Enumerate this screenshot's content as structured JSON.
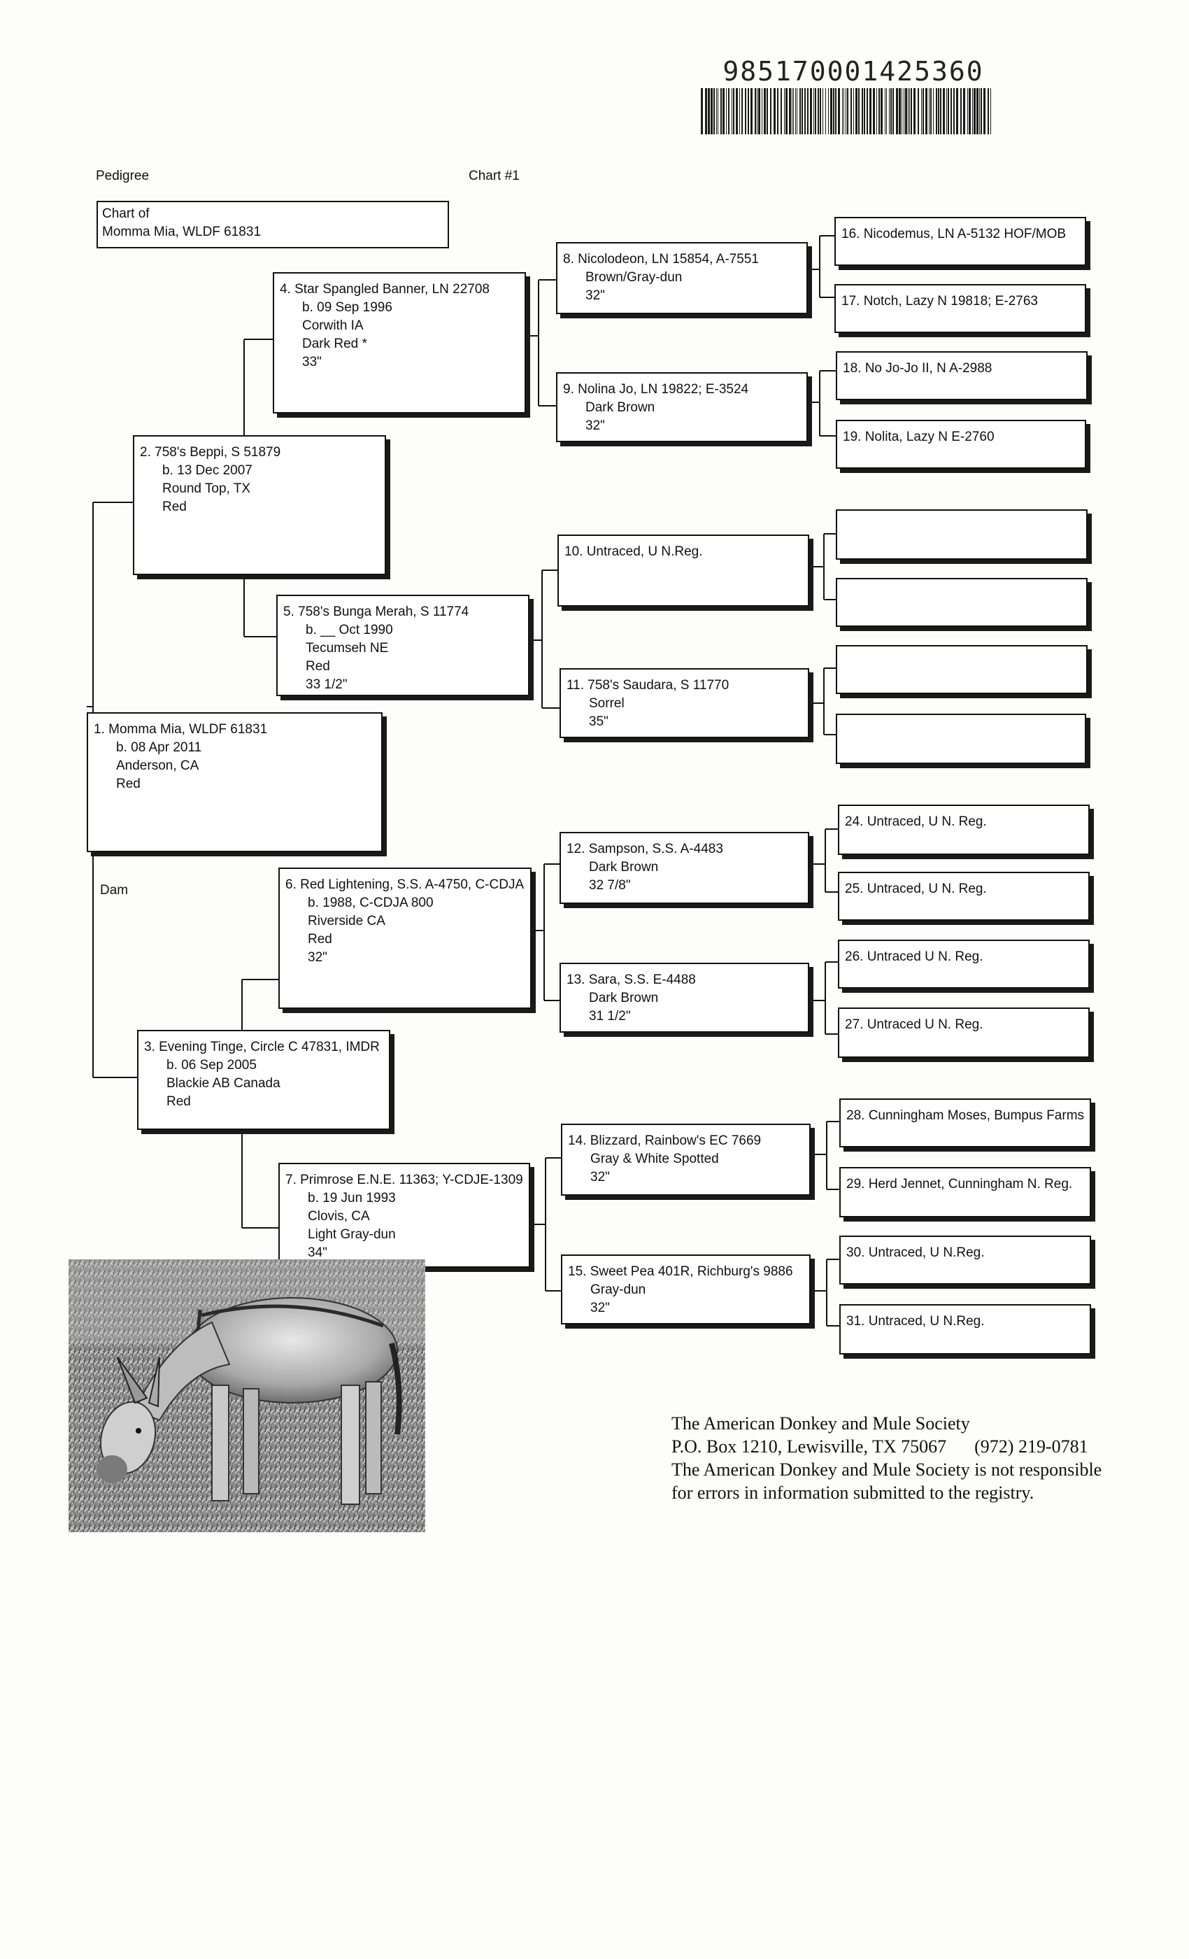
{
  "barcode": {
    "number": "985170001425360"
  },
  "header": {
    "left": "Pedigree",
    "center": "Chart #1"
  },
  "chart_of": {
    "line1": "Chart of",
    "line2": "Momma Mia, WLDF 61831"
  },
  "dam_label": "Dam",
  "entries": {
    "e1": {
      "name": "1. Momma Mia, WLDF 61831",
      "lines": [
        "b. 08 Apr 2011",
        "Anderson, CA",
        "Red"
      ]
    },
    "e2": {
      "name": "2. 758's Beppi, S 51879",
      "lines": [
        "b. 13 Dec 2007",
        "Round Top, TX",
        "Red"
      ]
    },
    "e3": {
      "name": "3. Evening Tinge, Circle C 47831, IMDR",
      "lines": [
        "b. 06 Sep 2005",
        "Blackie AB Canada",
        "Red"
      ]
    },
    "e4": {
      "name": "4. Star Spangled Banner, LN 22708",
      "lines": [
        "b. 09 Sep 1996",
        "Corwith IA",
        "Dark Red *",
        "33\""
      ]
    },
    "e5": {
      "name": "5. 758's Bunga Merah, S 11774",
      "lines": [
        "b. __ Oct 1990",
        "Tecumseh NE",
        "Red",
        "33 1/2\""
      ]
    },
    "e6": {
      "name": "6. Red Lightening, S.S. A-4750, C-CDJA",
      "lines": [
        "b.       1988, C-CDJA 800",
        "Riverside CA",
        "Red",
        "32\""
      ]
    },
    "e7": {
      "name": "7. Primrose E.N.E. 11363; Y-CDJE-1309",
      "lines": [
        "b. 19 Jun 1993",
        "Clovis, CA",
        "Light Gray-dun",
        "34\""
      ]
    },
    "e8": {
      "name": "8. Nicolodeon, LN 15854, A-7551",
      "lines": [
        "Brown/Gray-dun",
        "32\""
      ]
    },
    "e9": {
      "name": "9. Nolina Jo, LN 19822; E-3524",
      "lines": [
        "Dark Brown",
        "32\""
      ]
    },
    "e10": {
      "name": "10. Untraced, U N.Reg.",
      "lines": []
    },
    "e11": {
      "name": "11. 758's Saudara, S 11770",
      "lines": [
        "Sorrel",
        "35\""
      ]
    },
    "e12": {
      "name": "12. Sampson, S.S. A-4483",
      "lines": [
        "Dark Brown",
        "32 7/8\""
      ]
    },
    "e13": {
      "name": "13. Sara, S.S. E-4488",
      "lines": [
        "Dark Brown",
        "31 1/2\""
      ]
    },
    "e14": {
      "name": "14. Blizzard, Rainbow's EC 7669",
      "lines": [
        "Gray & White Spotted",
        "32\""
      ]
    },
    "e15": {
      "name": "15. Sweet Pea 401R, Richburg's 9886",
      "lines": [
        "Gray-dun",
        "32\""
      ]
    },
    "e16": {
      "name": "16. Nicodemus, LN A-5132 HOF/MOB",
      "lines": []
    },
    "e17": {
      "name": "17. Notch, Lazy N 19818; E-2763",
      "lines": []
    },
    "e18": {
      "name": "18. No Jo-Jo II, N A-2988",
      "lines": []
    },
    "e19": {
      "name": "19. Nolita, Lazy N E-2760",
      "lines": []
    },
    "e20": {
      "name": "",
      "lines": []
    },
    "e21": {
      "name": "",
      "lines": []
    },
    "e22": {
      "name": "",
      "lines": []
    },
    "e23": {
      "name": "",
      "lines": []
    },
    "e24": {
      "name": "24. Untraced, U N. Reg.",
      "lines": []
    },
    "e25": {
      "name": "25. Untraced, U N. Reg.",
      "lines": []
    },
    "e26": {
      "name": "26. Untraced U N. Reg.",
      "lines": []
    },
    "e27": {
      "name": "27. Untraced U N. Reg.",
      "lines": []
    },
    "e28": {
      "name": "28. Cunningham Moses, Bumpus Farms",
      "lines": []
    },
    "e29": {
      "name": "29. Herd Jennet, Cunningham N. Reg.",
      "lines": []
    },
    "e30": {
      "name": "30. Untraced, U N.Reg.",
      "lines": []
    },
    "e31": {
      "name": "31. Untraced, U N.Reg.",
      "lines": []
    }
  },
  "photo": {
    "subject": "donkey-photo"
  },
  "footer": {
    "org": "The American Donkey and Mule Society",
    "address": "P.O. Box 1210, Lewisville, TX 75067",
    "phone": "(972) 219-0781",
    "disclaimer1": "The American Donkey and Mule Society is not responsible",
    "disclaimer2": "for errors in information submitted to the registry."
  }
}
